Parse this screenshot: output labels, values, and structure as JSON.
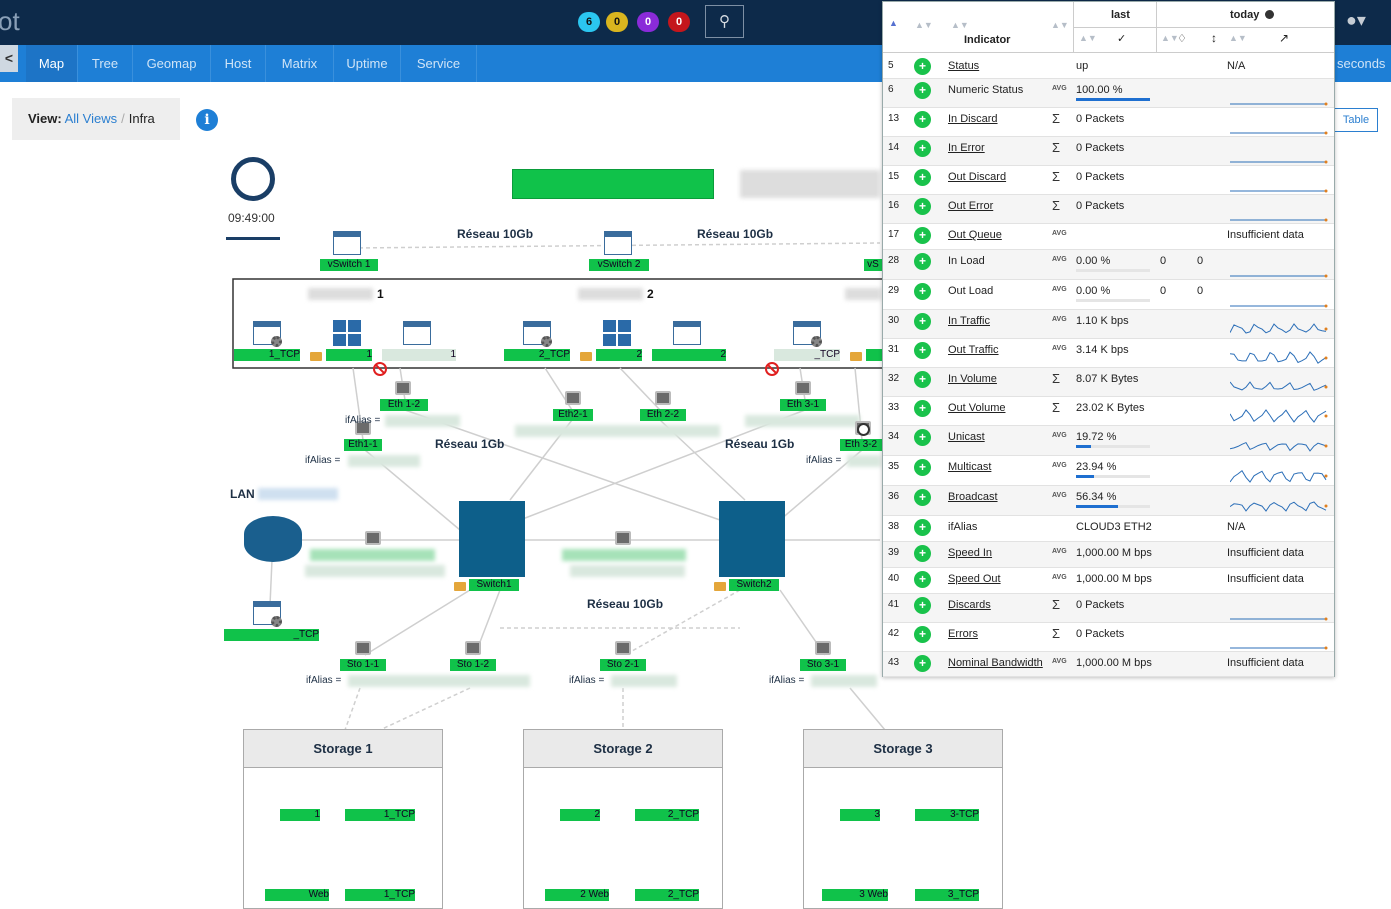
{
  "header": {
    "logo_text": "ot",
    "badges": [
      {
        "value": "6",
        "color": "#2bc6f0"
      },
      {
        "value": "0",
        "color": "#d9b51f"
      },
      {
        "value": "0",
        "color": "#8a2bd9"
      },
      {
        "value": "0",
        "color": "#c4161c"
      }
    ]
  },
  "nav": {
    "back": "<",
    "tabs": [
      "Map",
      "Tree",
      "Geomap",
      "Host",
      "Matrix",
      "Uptime",
      "Service"
    ],
    "active": "Map",
    "seconds": "seconds"
  },
  "view": {
    "label": "View:",
    "all_views": "All Views",
    "current": "Infra"
  },
  "map": {
    "clock_time": "09:49:00",
    "networks": {
      "r10_top_left": "Réseau 10Gb",
      "r10_top_right": "Réseau 10Gb",
      "r1_left": "Réseau 1Gb",
      "r1_right": "Réseau 1Gb",
      "r10_mid": "Réseau 10Gb"
    },
    "lan": "LAN",
    "host_numbers": {
      "h1": "1",
      "h2": "2"
    },
    "vswitches": [
      "vSwitch 1",
      "vSwitch 2",
      "vS"
    ],
    "node_labels": {
      "h1_tcp": "1_TCP",
      "h1_win": "1",
      "h1_web": "1",
      "h2_tcp": "2_TCP",
      "h2_win": "2",
      "h2_web": "2",
      "h3_tcp": "_TCP",
      "eth12": "Eth 1-2",
      "eth11": "Eth1-1",
      "eth21": "Eth2-1",
      "eth22": "Eth 2-2",
      "eth31": "Eth 3-1",
      "eth32": "Eth 3-2",
      "ifalias": "ifAlias =",
      "switch1": "Switch1",
      "switch2": "Switch2",
      "lan_tcp": "_TCP",
      "sto11": "Sto 1-1",
      "sto12": "Sto 1-2",
      "sto21": "Sto 2-1",
      "sto31": "Sto 3-1"
    },
    "storages": [
      {
        "title": "Storage 1",
        "n1": "1",
        "n2": "1_TCP",
        "n3": "Web",
        "n4": "1_TCP"
      },
      {
        "title": "Storage 2",
        "n1": "2",
        "n2": "2_TCP",
        "n3": "2 Web",
        "n4": "2_TCP"
      },
      {
        "title": "Storage 3",
        "n1": "3",
        "n2": "3-TCP",
        "n3": "3 Web",
        "n4": "3_TCP"
      }
    ],
    "table_button": "Table"
  },
  "panel": {
    "col_indicator": "Indicator",
    "col_last": "last",
    "col_today": "today",
    "rows": [
      {
        "id": "5",
        "name": "Status",
        "u": true,
        "agg": "",
        "val": "up",
        "today": "N/A"
      },
      {
        "id": "6",
        "name": "Numeric Status",
        "u": false,
        "agg": "AVG",
        "val": "100.00 %",
        "bar": 1.0,
        "spark": "flat"
      },
      {
        "id": "13",
        "name": "In Discard",
        "u": true,
        "agg": "Σ",
        "val": "0 Packets",
        "spark": "flat"
      },
      {
        "id": "14",
        "name": "In Error",
        "u": true,
        "agg": "Σ",
        "val": "0 Packets",
        "spark": "flat"
      },
      {
        "id": "15",
        "name": "Out Discard",
        "u": true,
        "agg": "Σ",
        "val": "0 Packets",
        "spark": "flat"
      },
      {
        "id": "16",
        "name": "Out Error",
        "u": true,
        "agg": "Σ",
        "val": "0 Packets",
        "spark": "flat"
      },
      {
        "id": "17",
        "name": "Out Queue",
        "u": true,
        "agg": "AVG",
        "val": "",
        "today": "Insufficient data"
      },
      {
        "id": "28",
        "name": "In Load",
        "u": false,
        "agg": "AVG",
        "val": "0.00 %",
        "bar": 0.0,
        "n1": "0",
        "n2": "0",
        "spark": "flat"
      },
      {
        "id": "29",
        "name": "Out Load",
        "u": false,
        "agg": "AVG",
        "val": "0.00 %",
        "bar": 0.0,
        "n1": "0",
        "n2": "0",
        "spark": "flat"
      },
      {
        "id": "30",
        "name": "In Traffic",
        "u": true,
        "agg": "AVG",
        "val": "1.10 K bps",
        "spark": "wave"
      },
      {
        "id": "31",
        "name": "Out Traffic",
        "u": true,
        "agg": "AVG",
        "val": "3.14 K bps",
        "spark": "wave"
      },
      {
        "id": "32",
        "name": "In Volume",
        "u": true,
        "agg": "Σ",
        "val": "8.07 K Bytes",
        "spark": "wave"
      },
      {
        "id": "33",
        "name": "Out Volume",
        "u": true,
        "agg": "Σ",
        "val": "23.02 K Bytes",
        "spark": "wave"
      },
      {
        "id": "34",
        "name": "Unicast",
        "u": true,
        "agg": "AVG",
        "val": "19.72 %",
        "bar": 0.1972,
        "spark": "wave"
      },
      {
        "id": "35",
        "name": "Multicast",
        "u": true,
        "agg": "AVG",
        "val": "23.94 %",
        "bar": 0.2394,
        "spark": "wave"
      },
      {
        "id": "36",
        "name": "Broadcast",
        "u": true,
        "agg": "AVG",
        "val": "56.34 %",
        "bar": 0.5634,
        "spark": "wave"
      },
      {
        "id": "38",
        "name": "ifAlias",
        "u": false,
        "agg": "",
        "val": "CLOUD3 ETH2",
        "today": "N/A"
      },
      {
        "id": "39",
        "name": "Speed In",
        "u": true,
        "agg": "AVG",
        "val": "1,000.00 M bps",
        "today": "Insufficient data"
      },
      {
        "id": "40",
        "name": "Speed Out",
        "u": true,
        "agg": "AVG",
        "val": "1,000.00 M bps",
        "today": "Insufficient data"
      },
      {
        "id": "41",
        "name": "Discards",
        "u": true,
        "agg": "Σ",
        "val": "0 Packets",
        "spark": "flat"
      },
      {
        "id": "42",
        "name": "Errors",
        "u": true,
        "agg": "Σ",
        "val": "0 Packets",
        "spark": "flat"
      },
      {
        "id": "43",
        "name": "Nominal Bandwidth",
        "u": true,
        "agg": "AVG",
        "val": "1,000.00 M bps",
        "today": "Insufficient data"
      }
    ]
  }
}
